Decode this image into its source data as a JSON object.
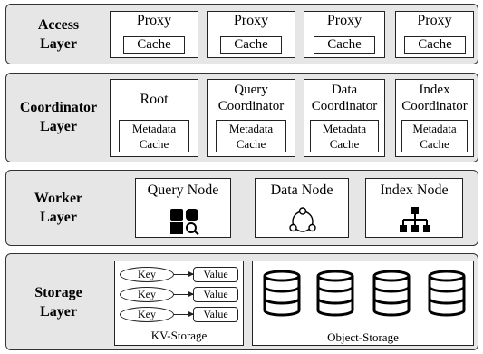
{
  "access": {
    "label_line1": "Access",
    "label_line2": "Layer",
    "proxies": [
      {
        "title": "Proxy",
        "cache": "Cache"
      },
      {
        "title": "Proxy",
        "cache": "Cache"
      },
      {
        "title": "Proxy",
        "cache": "Cache"
      },
      {
        "title": "Proxy",
        "cache": "Cache"
      }
    ]
  },
  "coordinator": {
    "label_line1": "Coordinator",
    "label_line2": "Layer",
    "nodes": [
      {
        "title_line1": "Root",
        "title_line2": "",
        "meta_line1": "Metadata",
        "meta_line2": "Cache"
      },
      {
        "title_line1": "Query",
        "title_line2": "Coordinator",
        "meta_line1": "Metadata",
        "meta_line2": "Cache"
      },
      {
        "title_line1": "Data",
        "title_line2": "Coordinator",
        "meta_line1": "Metadata",
        "meta_line2": "Cache"
      },
      {
        "title_line1": "Index",
        "title_line2": "Coordinator",
        "meta_line1": "Metadata",
        "meta_line2": "Cache"
      }
    ]
  },
  "worker": {
    "label_line1": "Worker",
    "label_line2": "Layer",
    "nodes": [
      {
        "title": "Query Node",
        "icon": "query-node-icon"
      },
      {
        "title": "Data Node",
        "icon": "data-node-icon"
      },
      {
        "title": "Index Node",
        "icon": "index-node-icon"
      }
    ]
  },
  "storage": {
    "label_line1": "Storage",
    "label_line2": "Layer",
    "kv": {
      "caption": "KV-Storage",
      "rows": [
        {
          "key": "Key",
          "value": "Value"
        },
        {
          "key": "Key",
          "value": "Value"
        },
        {
          "key": "Key",
          "value": "Value"
        }
      ]
    },
    "object": {
      "caption": "Object-Storage",
      "icon": "database-icon"
    }
  },
  "colors": {
    "layer_bg": "#e6e6e6",
    "border": "#222222",
    "icon_fill": "#000000"
  }
}
